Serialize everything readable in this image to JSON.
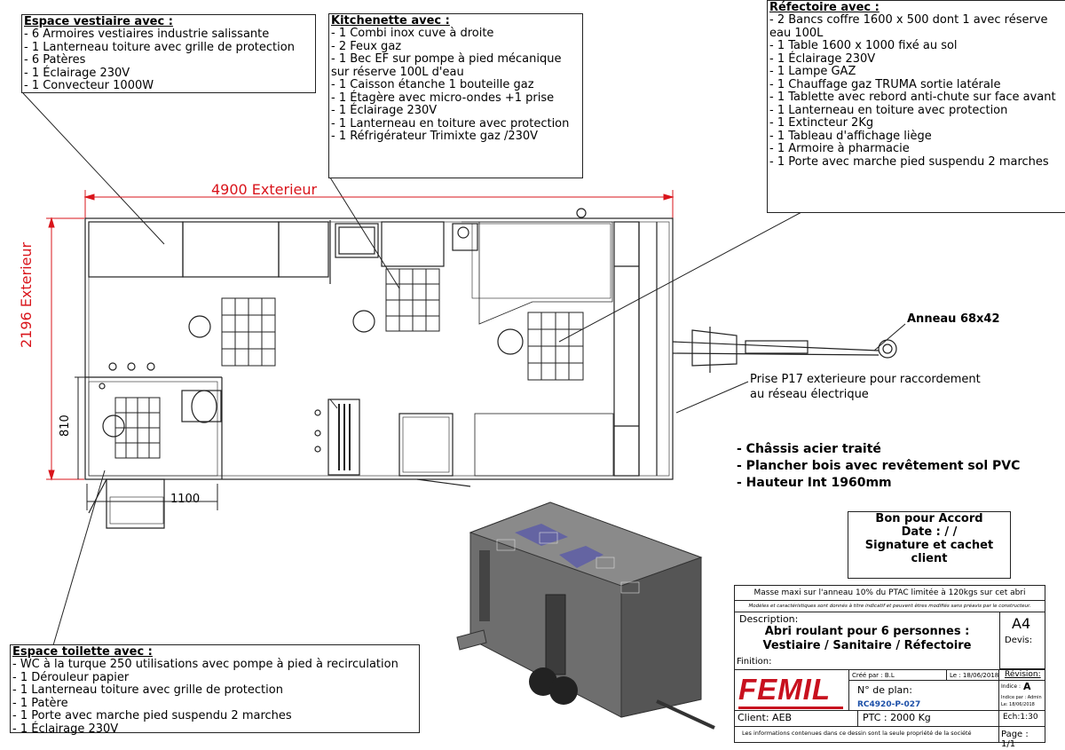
{
  "vestiaire": {
    "title": "Espace vestiaire avec :",
    "items": [
      "6 Armoires vestiaires industrie salissante",
      "1 Lanterneau toiture avec grille de protection",
      "6 Patères",
      "1 Éclairage 230V",
      "1 Convecteur 1000W"
    ]
  },
  "kitchenette": {
    "title": "Kitchenette avec :",
    "items": [
      "1 Combi inox cuve à droite",
      "2 Feux gaz",
      "1 Bec EF sur pompe à pied mécanique sur réserve 100L d'eau",
      "1 Caisson étanche 1 bouteille gaz",
      "1 Étagère avec micro-ondes +1 prise",
      "1 Éclairage 230V",
      "1 Lanterneau en toiture avec protection",
      "1 Réfrigérateur Trimixte gaz /230V"
    ]
  },
  "refectoire": {
    "title": "Réfectoire avec :",
    "items": [
      "2 Bancs coffre 1600 x 500 dont 1 avec réserve eau 100L",
      "1 Table 1600 x 1000 fixé au sol",
      "1 Éclairage 230V",
      "1 Lampe GAZ",
      "1 Chauffage gaz TRUMA sortie latérale",
      "1 Tablette avec rebord anti-chute sur face avant",
      "1 Lanterneau en toiture avec protection",
      "1 Extincteur 2Kg",
      "1 Tableau d'affichage liège",
      "1 Armoire à pharmacie",
      "1 Porte avec marche pied suspendu 2 marches"
    ]
  },
  "toilette": {
    "title": "Espace toilette avec :",
    "items": [
      "WC à la turque 250 utilisations avec pompe à pied à recirculation",
      "1 Dérouleur papier",
      "1 Lanterneau toiture avec grille de protection",
      "1 Patère",
      "1 Porte avec marche pied suspendu 2 marches",
      "1 Éclairage 230V"
    ]
  },
  "dimensions": {
    "length": "4900 Exterieur",
    "width": "2196 Exterieur",
    "d810": "810",
    "d1100": "1100"
  },
  "annotations": {
    "anneau": "Anneau 68x42",
    "prise_line1": "Prise P17 exterieure pour raccordement",
    "prise_line2": "au réseau électrique"
  },
  "specs": [
    "Châssis acier traité",
    "Plancher bois avec revêtement sol PVC",
    "Hauteur Int 1960mm"
  ],
  "accord": {
    "line1": "Bon pour Accord",
    "line2": "Date :   /   /",
    "line3": "Signature et cachet client"
  },
  "title_block": {
    "masse": "Masse maxi sur l'anneau 10% du PTAC limitée à 120kgs sur cet abri",
    "modeles": "Modèles et caractéristiques sont donnés à titre indicatif et peuvent êtres modifiés sans préavis par le constructeur.",
    "description_label": "Description:",
    "description_line1": "Abri roulant pour 6 personnes :",
    "description_line2": "Vestiaire / Sanitaire / Réfectoire",
    "format": "A4",
    "devis_label": "Devis:",
    "finition_label": "Finition:",
    "logo": "FEMIL",
    "cree_par": "Créé par : B.L",
    "le_date": "Le : 18/06/2018",
    "revision_label": "Révision:",
    "indice": "Indice :",
    "indice_value": "A",
    "indice_par": "Indice par : Admin",
    "indice_le": "Le: 18/06/2018",
    "plan_label": "N° de plan:",
    "plan_number": "RC4920-P-027",
    "client": "Client: AEB",
    "ptc": "PTC : 2000 Kg",
    "echelle": "Ech:1:30",
    "propriete": "Les informations contenues dans ce dessin sont la seule propriété de la société",
    "page": "Page : 1/1"
  },
  "colors": {
    "dimension_red": "#d9141b",
    "logo_red": "#c8101e",
    "plan_blue": "#1b4fa8"
  }
}
